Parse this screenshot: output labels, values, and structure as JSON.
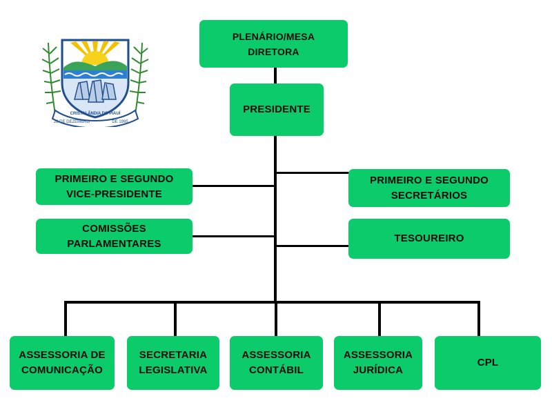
{
  "colors": {
    "box_fill": "#0ccb6a",
    "connector": "#000000",
    "text": "#0b0b0b"
  },
  "emblem": {
    "ribbon_text_left": "28 DE DEZEMBRO",
    "ribbon_text_right": "DE 1995",
    "ribbon_top_text": "CRISTALÂNDIA DO PIAUÍ"
  },
  "nodes": {
    "plenario": "PLENÁRIO/MESA\nDIRETORA",
    "presidente": "PRESIDENTE",
    "vice_presidente": "PRIMEIRO E SEGUNDO\nVICE-PRESIDENTE",
    "secretarios": "PRIMEIRO E SEGUNDO\nSECRETÁRIOS",
    "comissoes": "COMISSÕES\nPARLAMENTARES",
    "tesoureiro": "TESOUREIRO",
    "assessoria_comunicacao": "ASSESSORIA DE\nCOMUNICAÇÃO",
    "secretaria_legislativa": "SECRETARIA\nLEGISLATIVA",
    "assessoria_contabil": "ASSESSORIA\nCONTÁBIL",
    "assessoria_juridica": "ASSESSORIA\nJURÍDICA",
    "cpl": "CPL"
  }
}
